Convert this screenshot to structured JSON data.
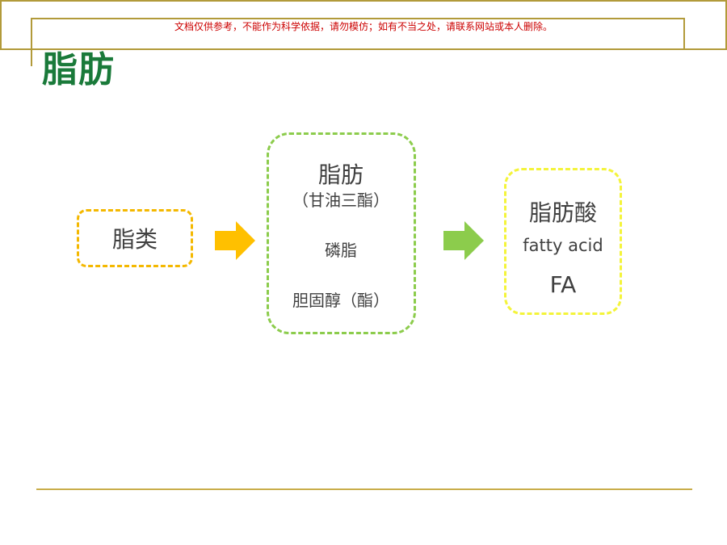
{
  "header": {
    "disclaimer": "文档仅供参考，不能作为科学依据，请勿模仿；如有不当之处，请联系网站或本人删除。"
  },
  "slide": {
    "title": "脂肪"
  },
  "diagram": {
    "lipid_box": {
      "label": "脂类"
    },
    "fat_box": {
      "heading": "脂肪",
      "subheading": "（甘油三酯）",
      "item_phospholipid": "磷脂",
      "item_cholesterol": "胆固醇（酯）"
    },
    "fatty_acid_box": {
      "heading": "脂肪酸",
      "english": "fatty acid",
      "abbr": "FA"
    }
  },
  "colors": {
    "title": "#1a7a3a",
    "frame": "#b29a3a",
    "lipid_border": "#f4b800",
    "fat_border": "#8ccc4c",
    "fatty_acid_border": "#f4f43a",
    "arrow_1": "#ffc000",
    "arrow_2": "#8ccc4c",
    "disclaimer": "#cc0000"
  }
}
